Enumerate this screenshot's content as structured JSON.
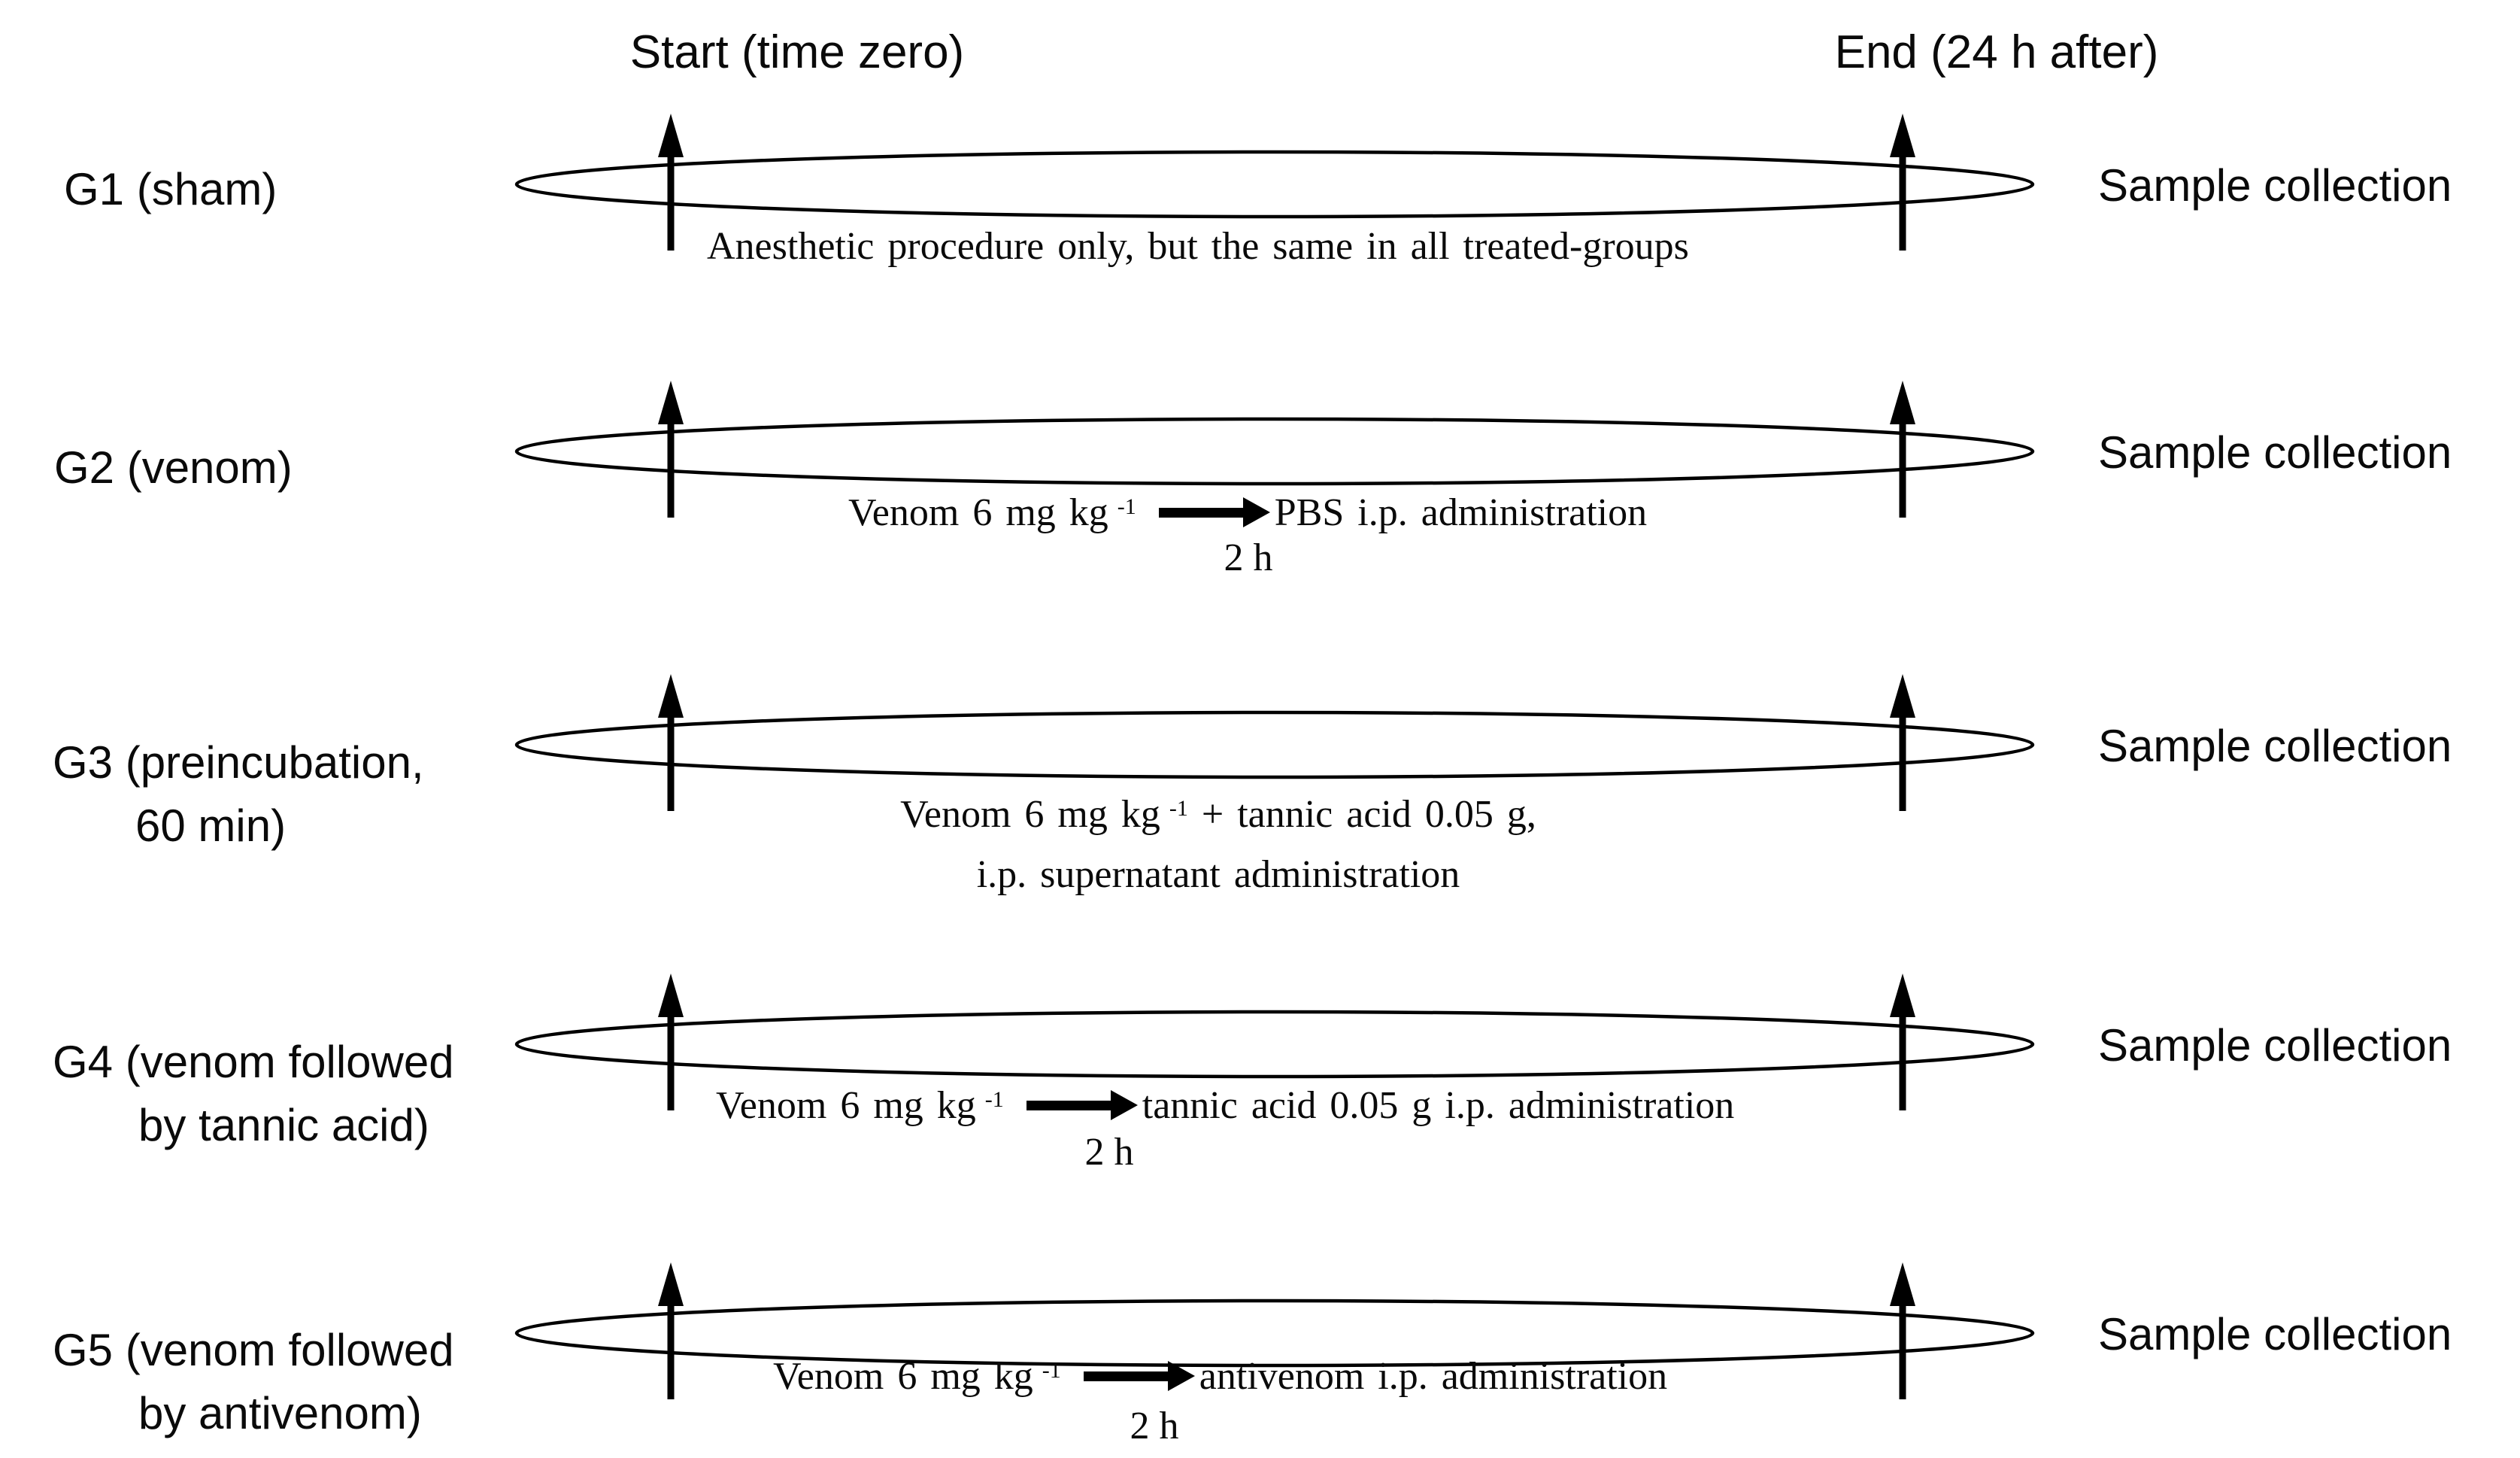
{
  "headers": {
    "start": "Start (time zero)",
    "end": "End (24 h after)"
  },
  "rows": [
    {
      "id": "G1",
      "label_line1": "G1 (sham)",
      "label_line2": "",
      "sample_collection": "Sample collection",
      "note": {
        "text": "Anesthetic procedure only, but the same in all treated-groups"
      }
    },
    {
      "id": "G2",
      "label_line1": "G2 (venom)",
      "label_line2": "",
      "sample_collection": "Sample collection",
      "note": {
        "pre": "Venom 6 mg kg",
        "sup": "-1",
        "post": "PBS i.p. administration",
        "interval": "2 h"
      }
    },
    {
      "id": "G3",
      "label_line1": "G3 (preincubation,",
      "label_line2": "60 min)",
      "sample_collection": "Sample collection",
      "note": {
        "pre": "Venom 6 mg kg",
        "sup": "-1",
        "post": " + tannic acid 0.05 g,",
        "line2": "i.p. supernatant administration"
      }
    },
    {
      "id": "G4",
      "label_line1": "G4 (venom followed",
      "label_line2": "by tannic acid)",
      "sample_collection": "Sample collection",
      "note": {
        "pre": "Venom 6 mg kg",
        "sup": "-1",
        "post": "tannic acid 0.05 g i.p. administration",
        "interval": "2 h"
      }
    },
    {
      "id": "G5",
      "label_line1": "G5 (venom followed",
      "label_line2": "by antivenom)",
      "sample_collection": "Sample collection",
      "note": {
        "pre": "Venom 6 mg kg",
        "sup": "-1",
        "post": "antivenom i.p. administration",
        "interval": "2 h"
      }
    }
  ]
}
